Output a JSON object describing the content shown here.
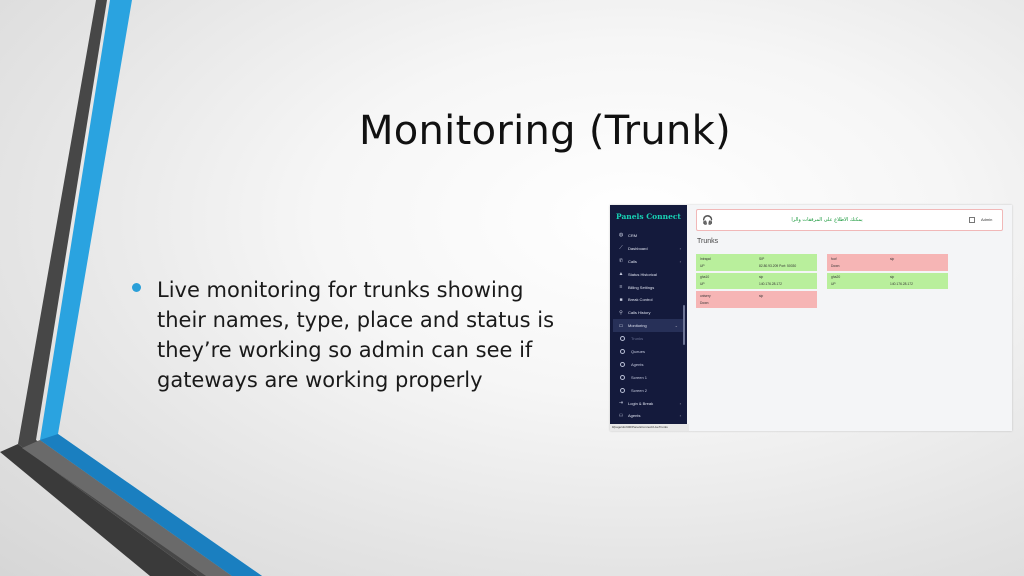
{
  "slide": {
    "title": "Monitoring (Trunk)",
    "bullets": [
      "Live monitoring for trunks showing their names, type, place and status is they’re working so admin can see if gateways are working properly"
    ]
  },
  "colors": {
    "accent_blue": "#2a9fd8",
    "dark_stripe": "#3d3d3d",
    "sidebar_bg": "#141a3c",
    "brand_text": "#17d3b5",
    "trunk_up": "#b9ef9c",
    "trunk_down": "#f6b5b5"
  },
  "app": {
    "brand": "Panels Connect",
    "topbar": {
      "icon": "headset-icon",
      "marquee": "يمكنك الاطلاع على المرفقات والرا",
      "fullscreen_icon": "fullscreen-icon",
      "user": "Admin"
    },
    "sidebar": {
      "items": [
        {
          "label": "CRM",
          "icon": "globe-icon"
        },
        {
          "label": "Dashboard",
          "icon": "chart-icon",
          "arrow": "›"
        },
        {
          "label": "Calls",
          "icon": "phone-icon",
          "arrow": "›"
        },
        {
          "label": "Status Historical",
          "icon": "warning-icon"
        },
        {
          "label": "Billing Settings",
          "icon": "sliders-icon"
        },
        {
          "label": "Break Control",
          "icon": "coffee-icon"
        },
        {
          "label": "Calls History",
          "icon": "search-icon"
        },
        {
          "label": "Monitoring",
          "icon": "monitor-icon",
          "arrow": "⌄"
        }
      ],
      "subitems": [
        "Trunks",
        "Queues",
        "Agents",
        "Screen 1",
        "Screen 2"
      ],
      "bottom_items": [
        {
          "label": "Login & Break",
          "icon": "login-icon",
          "arrow": "›"
        },
        {
          "label": "Agents",
          "icon": "agents-icon",
          "arrow": "›"
        }
      ],
      "status_url": "#/page/dm900/PanelsConnect/LiveTrunks"
    },
    "page_title": "Trunks",
    "trunks": [
      {
        "name": "Intrapol",
        "type": "SIP",
        "status": "UP",
        "place": "82.80.93.209 Port: 50030"
      },
      {
        "name": "foof",
        "type": "sip",
        "status": "Down",
        "place": ""
      },
      {
        "name": "gha10",
        "type": "sip",
        "status": "UP",
        "place": "140.176.28.172"
      },
      {
        "name": "gha20",
        "type": "sip",
        "status": "UP",
        "place": "140.176.28.172"
      },
      {
        "name": "unisery",
        "type": "sip",
        "status": "Down",
        "place": ""
      }
    ]
  }
}
